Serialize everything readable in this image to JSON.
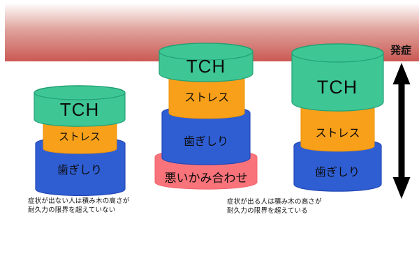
{
  "colors": {
    "band_top": "#ffffff",
    "band_mid": "#e0a49d",
    "band_red": "#cb5954",
    "block_green": "#3ec795",
    "block_orange": "#f9a01b",
    "block_blue": "#2f5ed3",
    "block_pink": "#f9737a",
    "arrow_black": "#000000"
  },
  "figure": {
    "threshold_label": "発症",
    "stacks": {
      "left": {
        "blocks": {
          "tch": "TCH",
          "stress": "ストレス",
          "grinding": "歯ぎしり"
        }
      },
      "middle": {
        "blocks": {
          "tch": "TCH",
          "stress": "ストレス",
          "grinding": "歯ぎしり",
          "bad_bite": "悪いかみ合わせ"
        }
      },
      "right": {
        "blocks": {
          "tch": "TCH",
          "stress": "ストレス",
          "grinding": "歯ぎしり"
        }
      }
    },
    "captions": {
      "left": {
        "line1": "症状が出ない人は積み木の高さが",
        "line2": "耐久力の限界を超えていない"
      },
      "right": {
        "line1": "症状が出る人は積み木の高さが",
        "line2": "耐久力の限界を超えている"
      }
    }
  }
}
